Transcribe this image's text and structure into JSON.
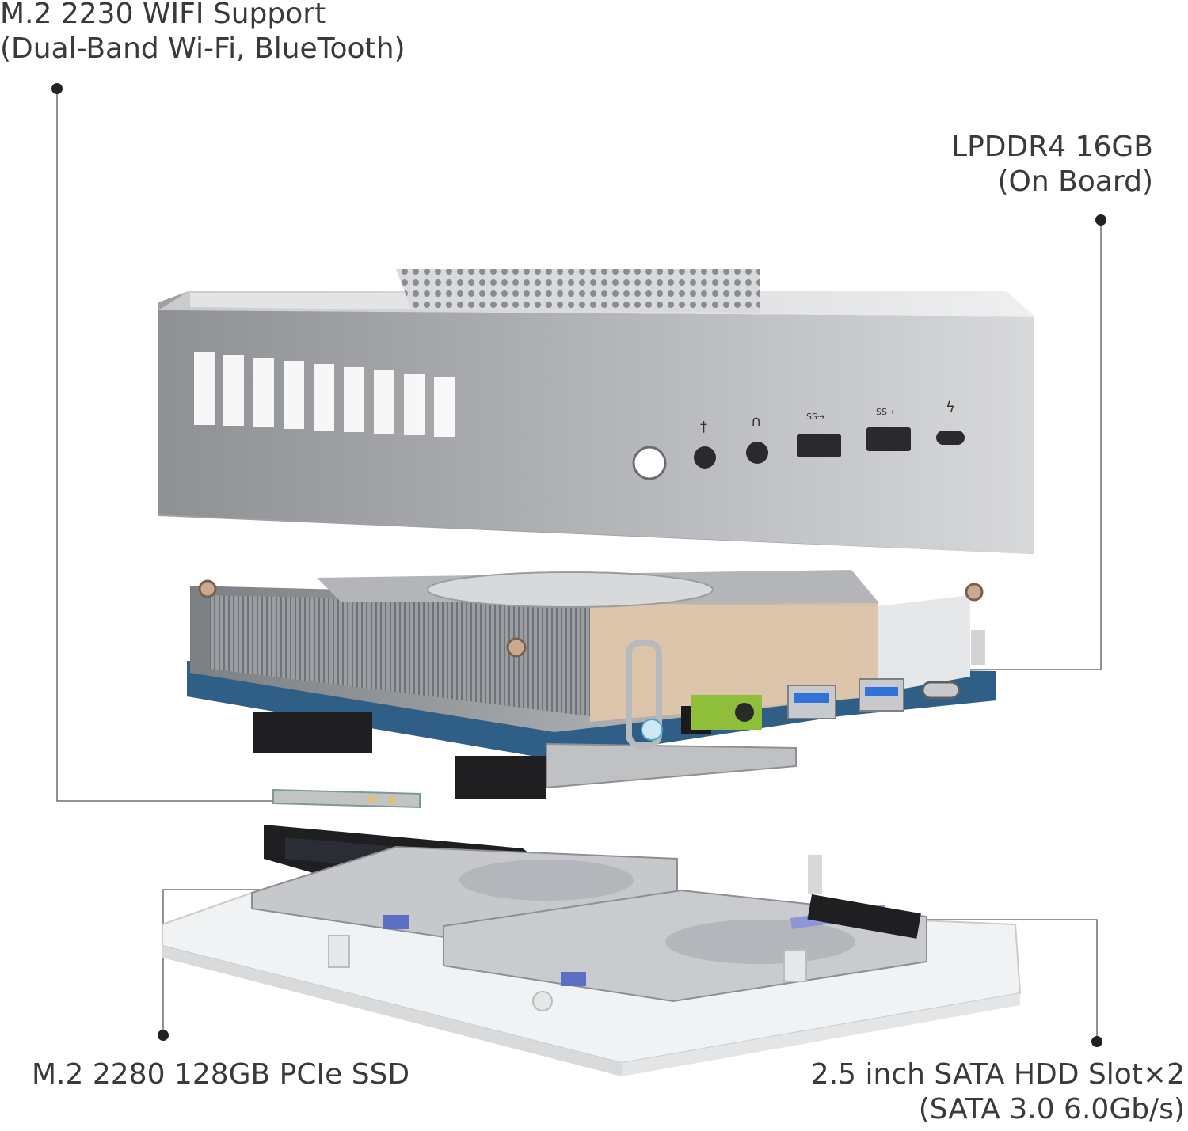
{
  "callouts": {
    "wifi": {
      "line1": "M.2 2230 WIFI Support",
      "line2": "(Dual-Band Wi-Fi, BlueTooth)"
    },
    "memory": {
      "line1": "LPDDR4 16GB",
      "line2": "(On Board)"
    },
    "ssd": {
      "line1": "M.2 2280 128GB PCIe SSD"
    },
    "hdd": {
      "line1": "2.5 inch SATA HDD Slot×2",
      "line2": "(SATA 3.0 6.0Gb/s)"
    }
  },
  "colors": {
    "text": "#3a3a3a",
    "leader": "#555555",
    "dot": "#222222",
    "case_silver": "#b9bbbe",
    "board_blue": "#2f5f86",
    "heatsink": "#9a9da1",
    "usb_blue": "#2f73d8",
    "audio_green": "#8fbf3a",
    "tray_white": "#f1f2f3"
  }
}
